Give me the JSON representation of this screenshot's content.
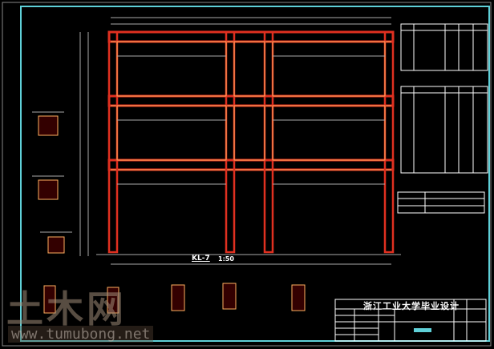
{
  "drawing": {
    "title_block_heading": "浙江工业大学毕业设计",
    "main_view_label": "KL-7",
    "main_view_scale": "1:50"
  },
  "watermark": {
    "logo_text": "土木网",
    "url": "www.tumubong.net"
  },
  "colors": {
    "frame": "#5fd0d8",
    "beam": "#e03020",
    "beam_inner": "#ffb060",
    "line": "#ffffff",
    "dim": "#b0b0b0"
  }
}
